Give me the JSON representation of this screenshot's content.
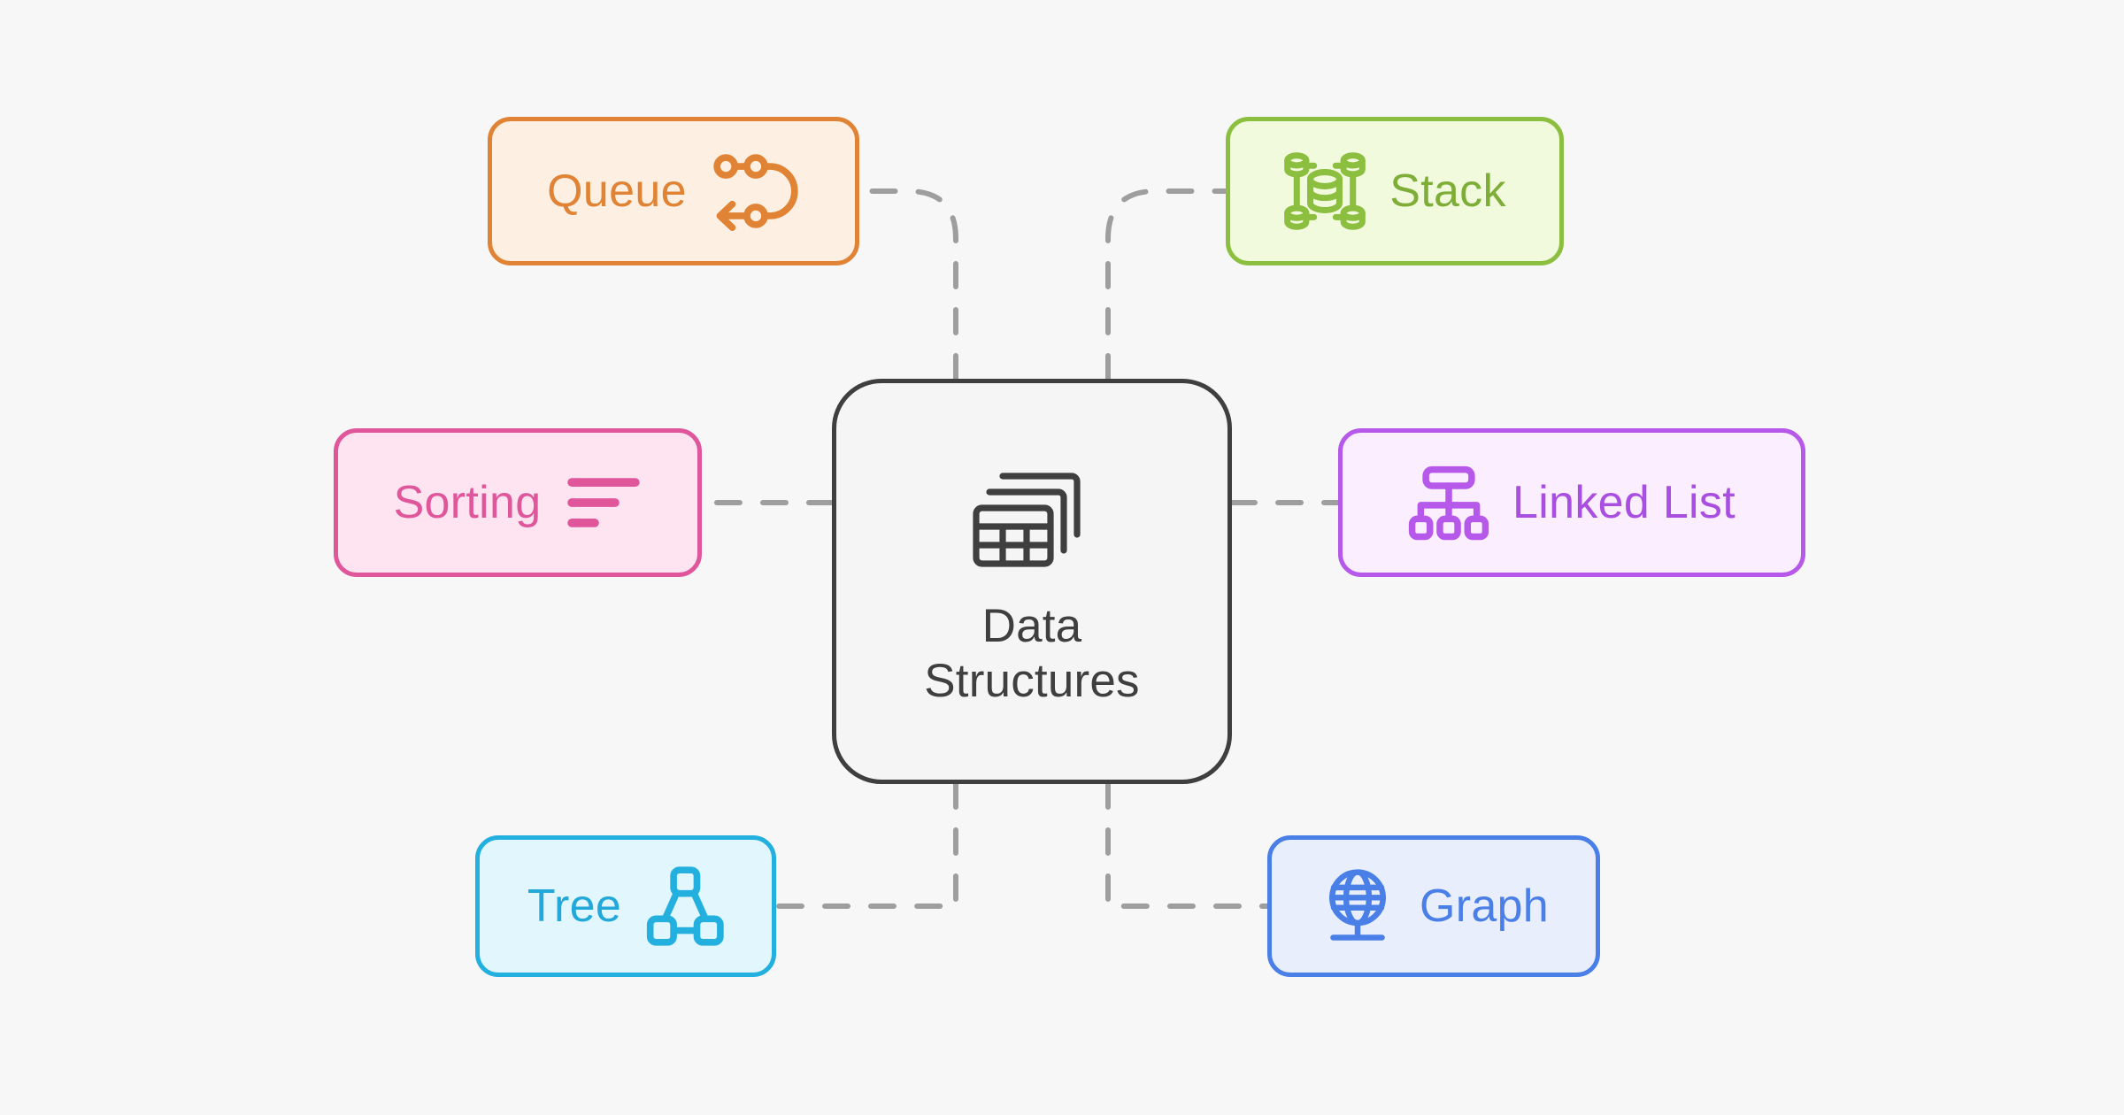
{
  "diagram": {
    "type": "mind-map",
    "background_color": "#f7f7f7",
    "edge_color": "#9e9e9e",
    "edge_style": "dashed",
    "center": {
      "label_line1": "Data",
      "label_line2": "Structures",
      "icon": "table-stack-icon",
      "border_color": "#3f3f3f",
      "fill_color": "#f5f5f5",
      "text_color": "#3f3f3f"
    },
    "branches": [
      {
        "id": "queue",
        "label": "Queue",
        "icon": "queue-loop-icon",
        "border_color": "#e18334",
        "fill_color": "#fdf0e3",
        "text_color": "#e18334",
        "position": "top-left",
        "icon_side": "right"
      },
      {
        "id": "stack",
        "label": "Stack",
        "icon": "stack-database-icon",
        "border_color": "#8cbf3f",
        "fill_color": "#f2fade",
        "text_color": "#7fae38",
        "position": "top-right",
        "icon_side": "left"
      },
      {
        "id": "sorting",
        "label": "Sorting",
        "icon": "sort-bars-icon",
        "border_color": "#e0569b",
        "fill_color": "#fde4f0",
        "text_color": "#e0569b",
        "position": "middle-left",
        "icon_side": "right"
      },
      {
        "id": "linked-list",
        "label": "Linked List",
        "icon": "hierarchy-tree-icon",
        "border_color": "#b658ea",
        "fill_color": "#fbeefe",
        "text_color": "#a84ee0",
        "position": "middle-right",
        "icon_side": "left"
      },
      {
        "id": "tree",
        "label": "Tree",
        "icon": "node-triangle-icon",
        "border_color": "#23b0de",
        "fill_color": "#e2f7fd",
        "text_color": "#23a8da",
        "position": "bottom-left",
        "icon_side": "right"
      },
      {
        "id": "graph",
        "label": "Graph",
        "icon": "globe-stand-icon",
        "border_color": "#4a7fe8",
        "fill_color": "#e8eefc",
        "text_color": "#4a7fe8",
        "position": "bottom-right",
        "icon_side": "left"
      }
    ],
    "connections": [
      {
        "from": "center",
        "to": "queue"
      },
      {
        "from": "center",
        "to": "stack"
      },
      {
        "from": "center",
        "to": "sorting"
      },
      {
        "from": "center",
        "to": "linked-list"
      },
      {
        "from": "center",
        "to": "tree"
      },
      {
        "from": "center",
        "to": "graph"
      }
    ]
  }
}
